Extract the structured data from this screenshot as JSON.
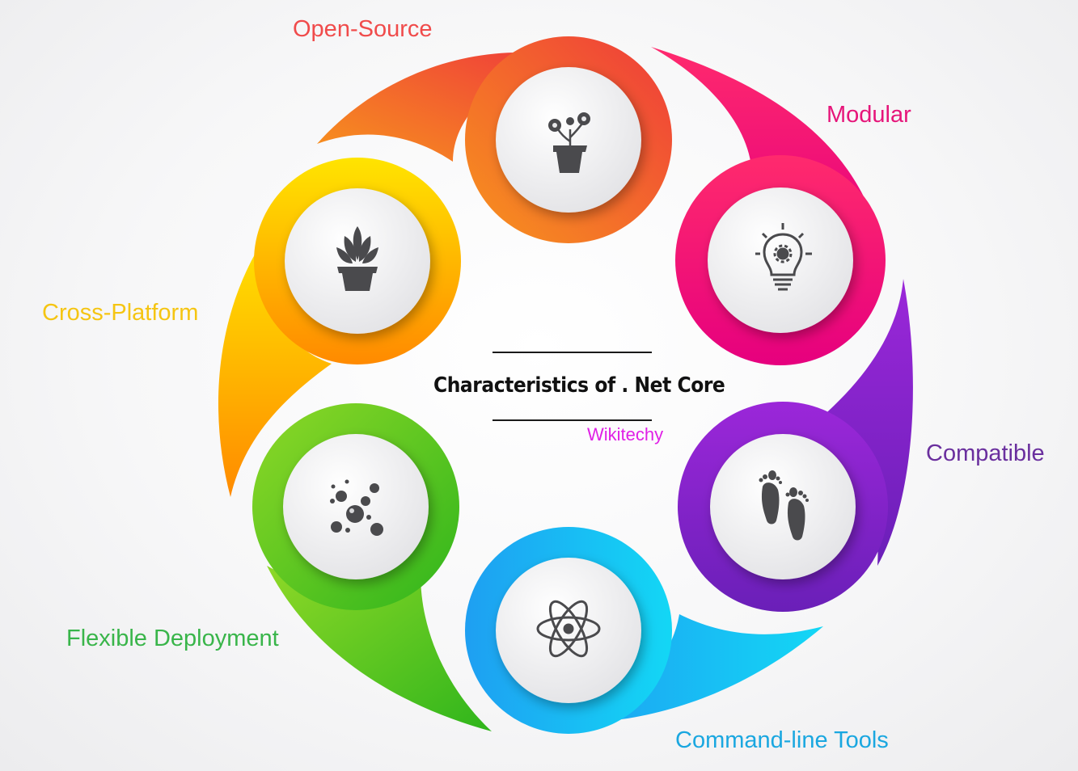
{
  "diagram": {
    "title": "Characteristics of . Net Core",
    "subtitle": "Wikitechy",
    "items": [
      {
        "label": "Open-Source",
        "icon": "flower-pot-icon",
        "color": "#f04b4b"
      },
      {
        "label": "Modular",
        "icon": "lightbulb-gear-icon",
        "color": "#e6157a"
      },
      {
        "label": "Compatible",
        "icon": "footprints-icon",
        "color": "#6a2f9e"
      },
      {
        "label": "Command-line Tools",
        "icon": "atom-icon",
        "color": "#1aa7e0"
      },
      {
        "label": "Flexible Deployment",
        "icon": "bubbles-icon",
        "color": "#39b54a"
      },
      {
        "label": "Cross-Platform",
        "icon": "succulent-pot-icon",
        "color": "#f5c512"
      }
    ]
  }
}
